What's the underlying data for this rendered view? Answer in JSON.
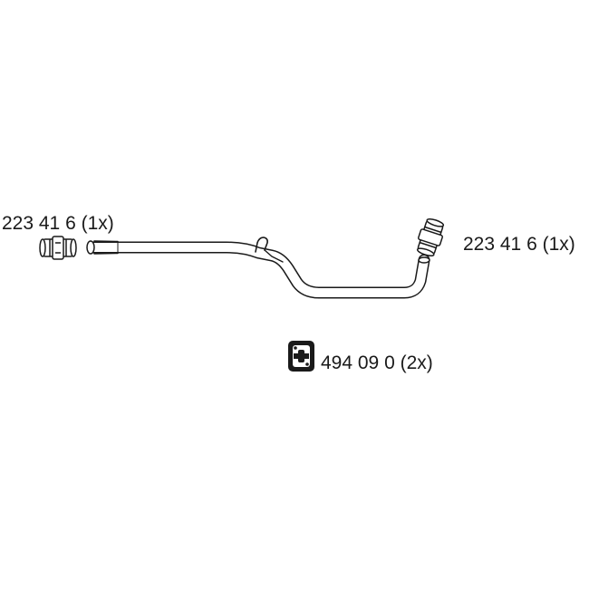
{
  "parts": [
    {
      "id": "clamp-left",
      "label": "223 41 6 (1x)"
    },
    {
      "id": "clamp-right",
      "label": "223 41 6 (1x)"
    },
    {
      "id": "rubber-mount",
      "label": "494 09 0 (2x)"
    }
  ],
  "colors": {
    "stroke": "#1a1a1a",
    "background": "#ffffff"
  }
}
